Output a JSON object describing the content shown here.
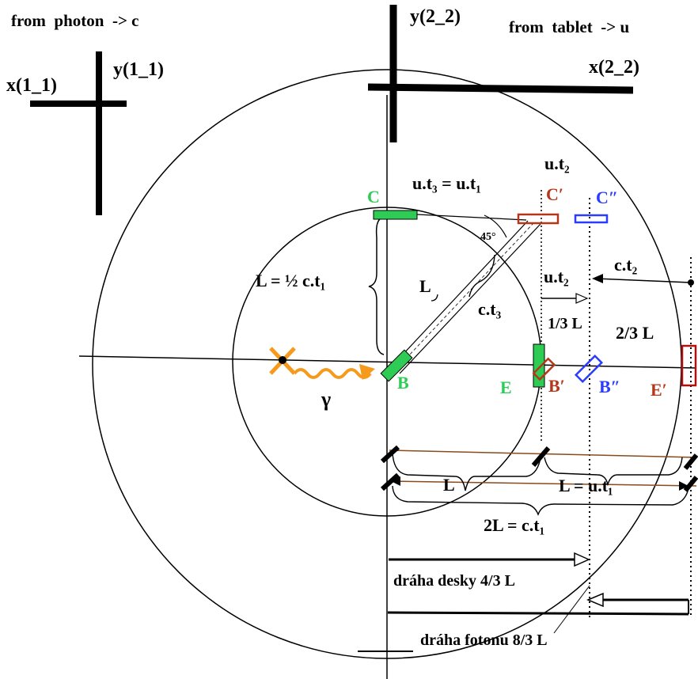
{
  "header": {
    "left_caption": "from  photon  -> c",
    "right_caption": "from  tablet  -> u"
  },
  "frames": {
    "frame1": {
      "x_label": "x(1_1)",
      "y_label": "y(1_1)"
    },
    "frame2": {
      "x_label": "x(2_2)",
      "y_label": "y(2_2)"
    }
  },
  "points": {
    "B": "B",
    "C": "C",
    "E": "E",
    "B_prime": "B′",
    "B_double_prime": "B″",
    "C_prime": "C′",
    "C_double_prime": "C″",
    "E_prime": "E′"
  },
  "labels": {
    "ut3_eq_ut1": "u.t₃ = u.t₁",
    "ut2_top": "u.t₂",
    "ut2_mid": "u.t₂",
    "ct2": "c.t₂",
    "angle": "45°",
    "L_half": "L = ½ c.t₁",
    "L_diag": "L",
    "ct3": "c.t₃",
    "one_third_L": "1/3 L",
    "two_third_L": "2/3 L",
    "gamma": "γ",
    "L_bottom": "L",
    "L_eq_ut1": "L = u.t₁",
    "twoL_eq_ct1": "2L = c.t₁",
    "plate_path": "dráha desky 4/3 L",
    "photon_path": "dráha fotonu 8/3 L"
  },
  "colors": {
    "green": "#2ecc55",
    "brown": "#b5371a",
    "blue": "#2a3cff",
    "orange": "#f59a1d",
    "dark_red": "#b01010"
  }
}
